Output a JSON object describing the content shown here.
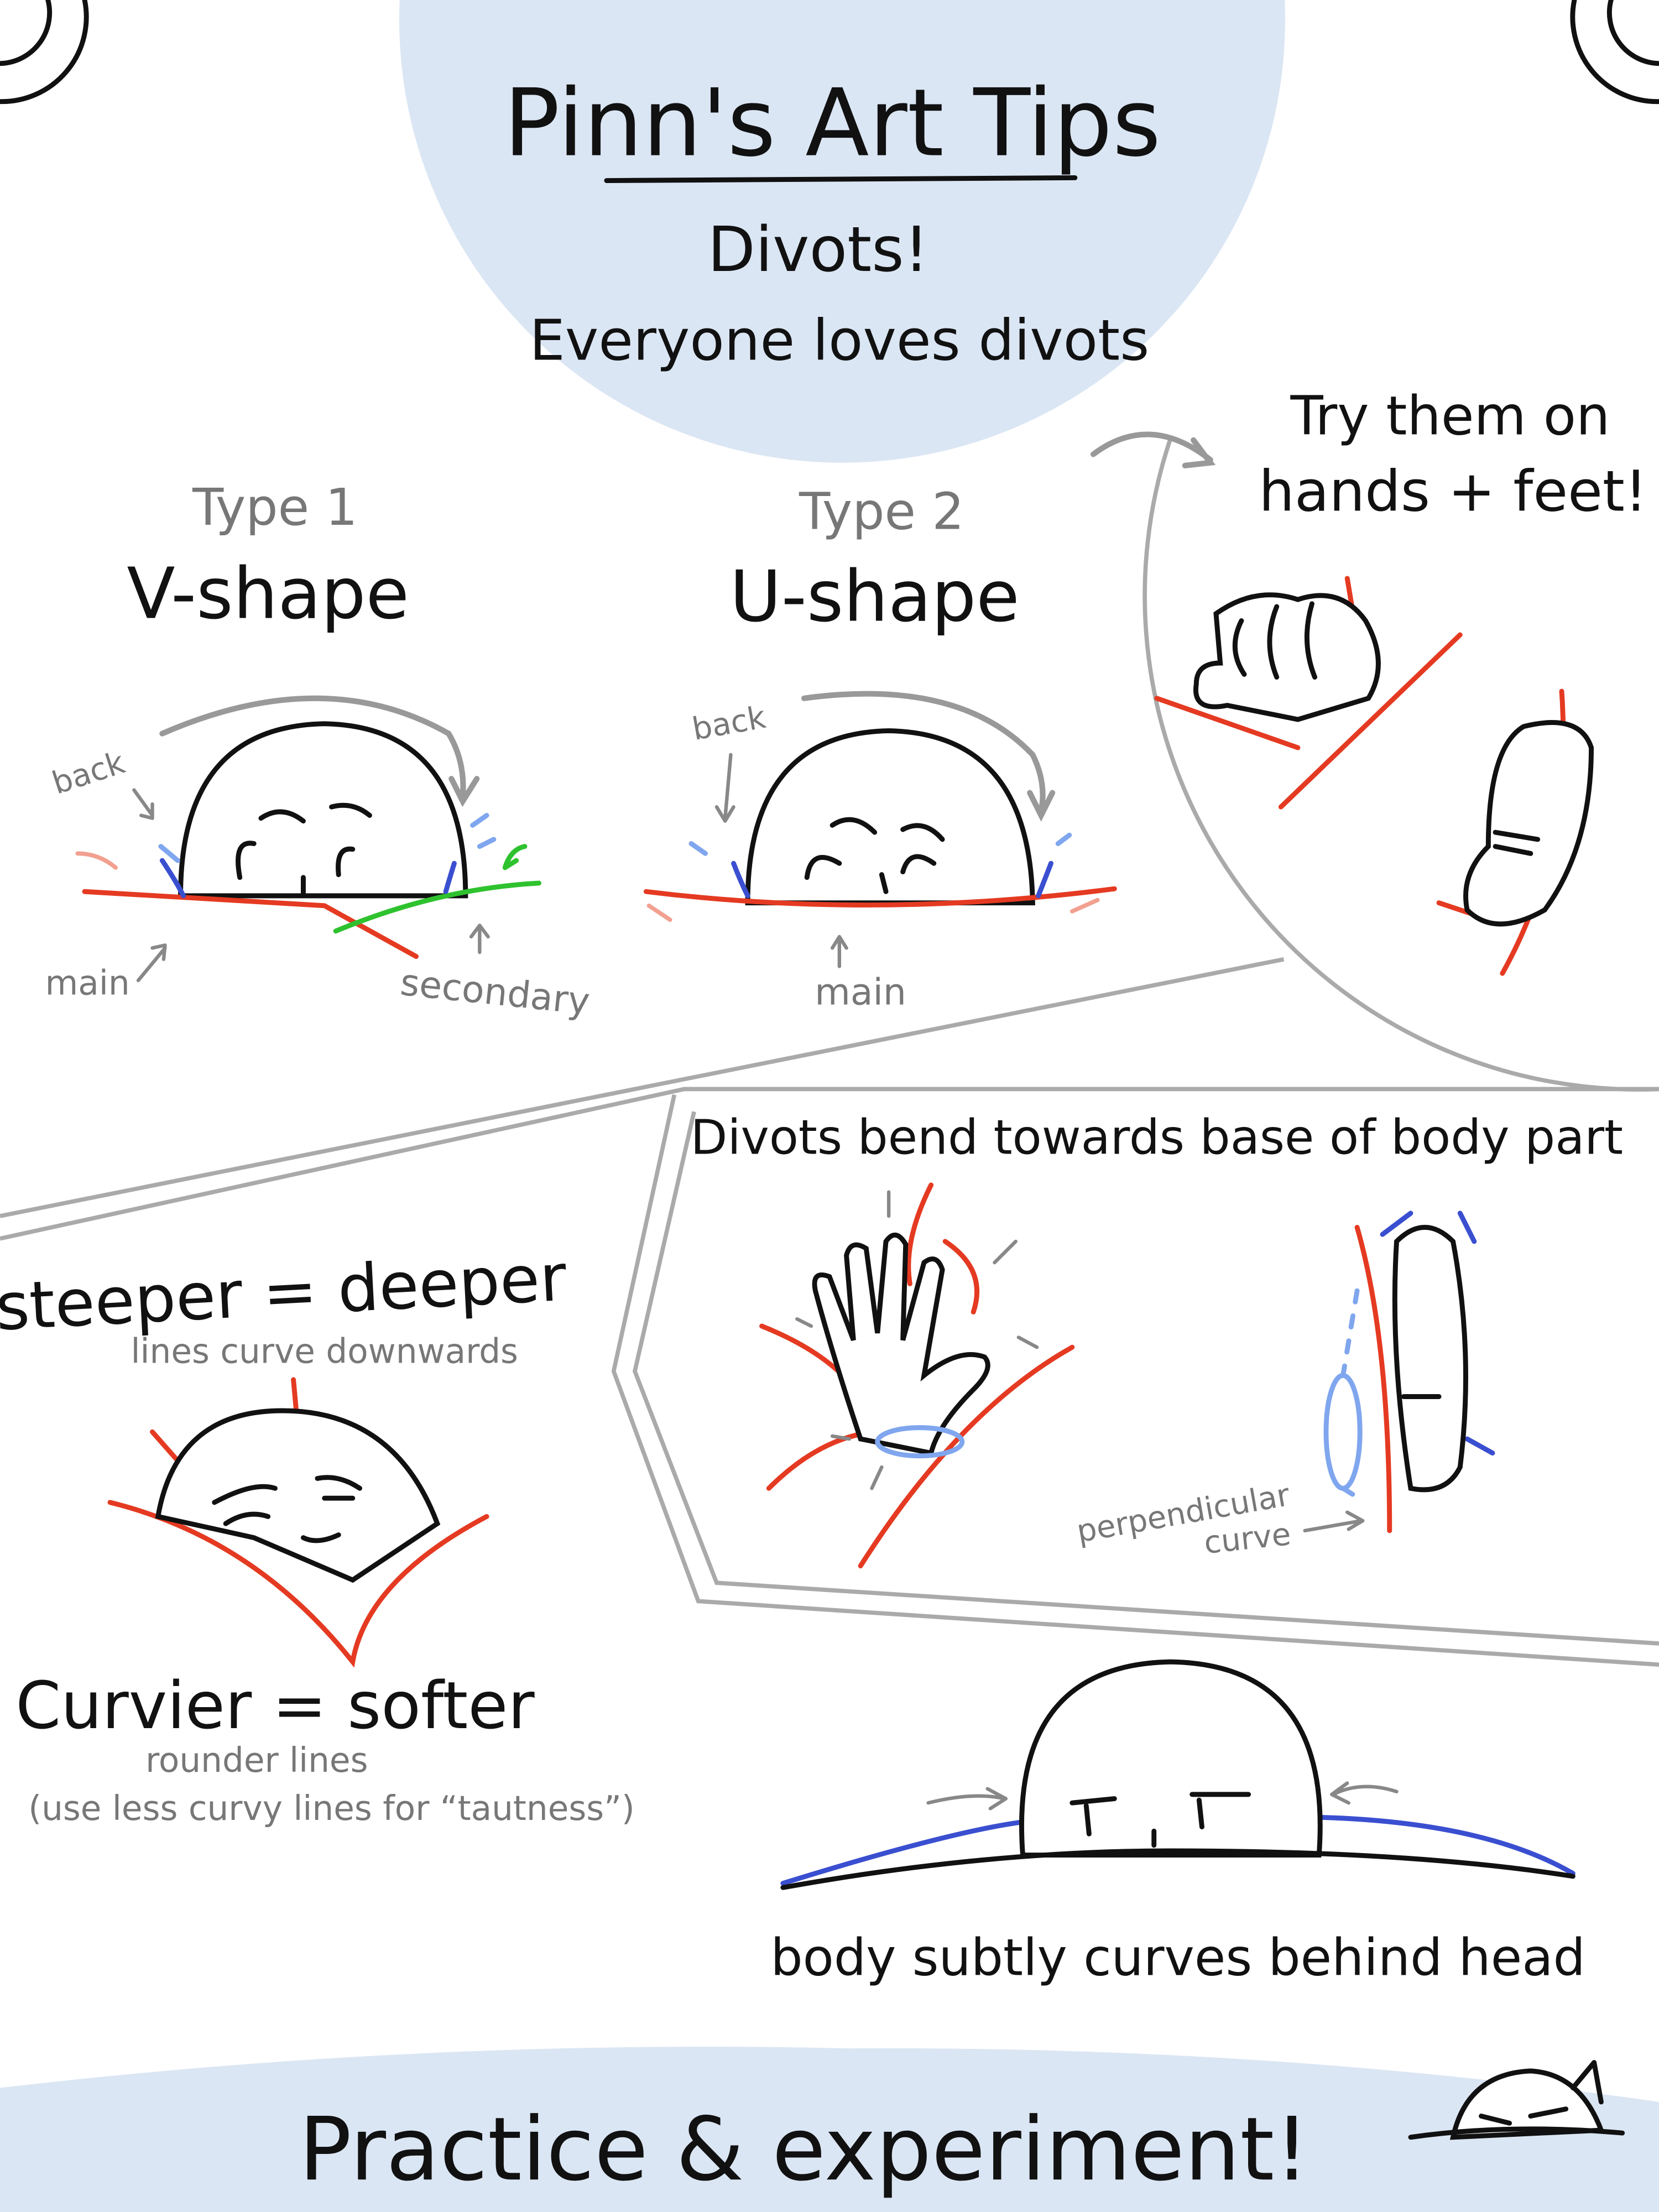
{
  "colors": {
    "background_blob": "#dbe6f4",
    "main_line": "#e53a22",
    "secondary_line": "#2ec22e",
    "divot_blue": "#3a4fd0",
    "light_blue": "#7fa6ee",
    "annotation_gray": "#777777"
  },
  "header": {
    "title": "Pinn's Art Tips",
    "subtitle": "Divots!",
    "tagline": "Everyone loves divots"
  },
  "hands_feet": {
    "line1": "Try them on",
    "line2": "hands + feet!"
  },
  "type1": {
    "label": "Type 1",
    "name": "V-shape",
    "back": "back",
    "main": "main",
    "secondary": "secondary"
  },
  "type2": {
    "label": "Type 2",
    "name": "U-shape",
    "back": "back",
    "main": "main"
  },
  "bend": {
    "title": "Divots bend towards base of body part",
    "perpendicular_line1": "perpendicular",
    "perpendicular_line2": "curve"
  },
  "steeper": {
    "title": "steeper = deeper",
    "note": "lines curve downwards"
  },
  "curvier": {
    "title": "Curvier = softer",
    "note1": "rounder lines",
    "note2": "(use less curvy lines for “tautness”)"
  },
  "body": {
    "caption": "body subtly curves behind head"
  },
  "footer": {
    "text": "Practice & experiment!"
  }
}
